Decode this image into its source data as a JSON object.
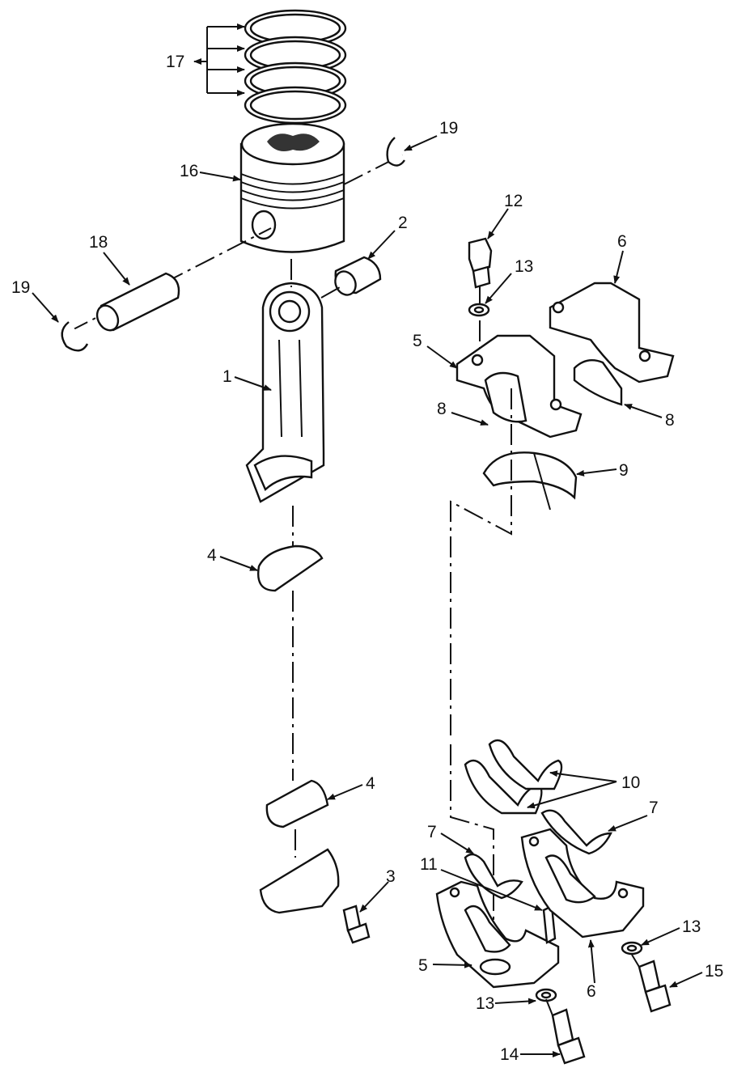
{
  "callouts": {
    "c1": "1",
    "c2": "2",
    "c3": "3",
    "c4_upper": "4",
    "c4_lower": "4",
    "c5_upper": "5",
    "c5_lower": "5",
    "c6_upper": "6",
    "c6_lower": "6",
    "c7_left": "7",
    "c7_right": "7",
    "c8_left": "8",
    "c8_right": "8",
    "c9": "9",
    "c10": "10",
    "c11": "11",
    "c12": "12",
    "c13_top": "13",
    "c13_mid": "13",
    "c13_low": "13",
    "c14": "14",
    "c15": "15",
    "c16": "16",
    "c17": "17",
    "c18": "18",
    "c19_left": "19",
    "c19_right": "19"
  }
}
